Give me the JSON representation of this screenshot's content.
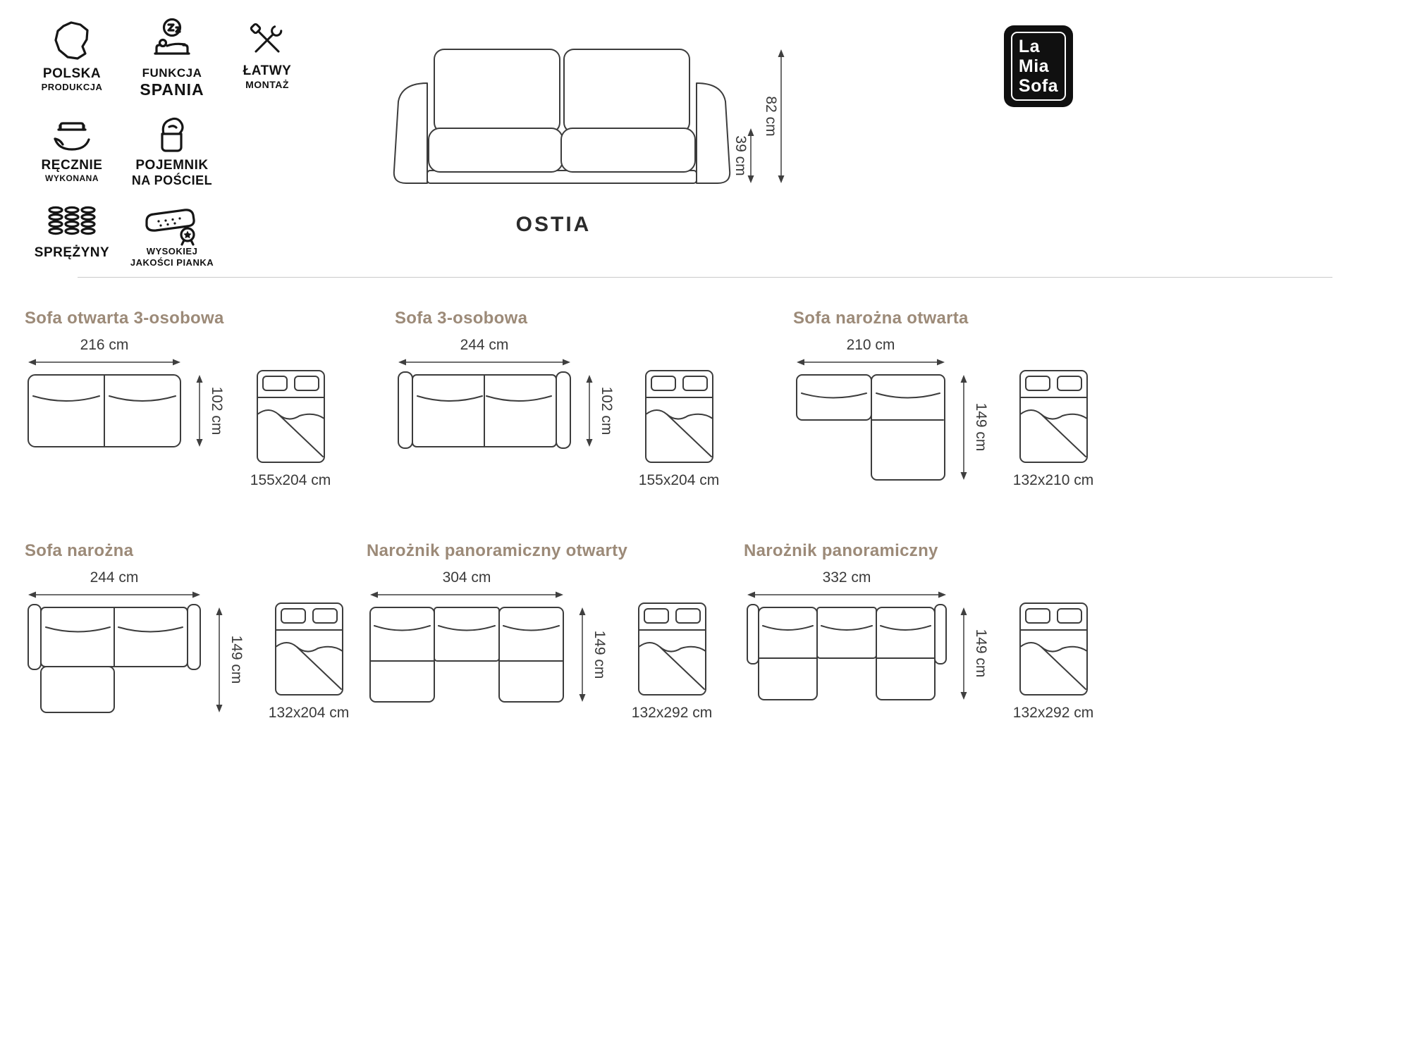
{
  "brand": {
    "line1": "La",
    "line2": "Mia",
    "line3": "Sofa"
  },
  "product_name": "OSTIA",
  "features": [
    {
      "icon": "poland-map-icon",
      "label1": "POLSKA",
      "label2": "PRODUKCJA"
    },
    {
      "icon": "sleep-function-icon",
      "label1": "FUNKCJA",
      "label2": "SPANIA"
    },
    {
      "icon": "easy-assembly-tools-icon",
      "label1": "ŁATWY",
      "label2": "MONTAŻ"
    },
    {
      "icon": "handmade-icon",
      "label1": "RĘCZNIE",
      "label2": "WYKONANA"
    },
    {
      "icon": "bedding-container-icon",
      "label1": "POJEMNIK",
      "label2": "NA POŚCIEL"
    },
    {
      "icon": "springs-icon",
      "label1": "SPRĘŻYNY",
      "label2": ""
    },
    {
      "icon": "foam-quality-icon",
      "label1": "WYSOKIEJ",
      "label2": "JAKOŚCI PIANKA"
    }
  ],
  "front_view": {
    "height_total": "82 cm",
    "height_seat": "39 cm"
  },
  "configurations": [
    {
      "title": "Sofa otwarta 3-osobowa",
      "width": "216 cm",
      "depth": "102 cm",
      "bed": "155x204 cm"
    },
    {
      "title": "Sofa 3-osobowa",
      "width": "244 cm",
      "depth": "102 cm",
      "bed": "155x204 cm"
    },
    {
      "title": "Sofa narożna otwarta",
      "width": "210 cm",
      "depth": "149 cm",
      "bed": "132x210 cm"
    },
    {
      "title": "Sofa narożna",
      "width": "244 cm",
      "depth": "149 cm",
      "bed": "132x204 cm"
    },
    {
      "title": "Narożnik panoramiczny otwarty",
      "width": "304 cm",
      "depth": "149 cm",
      "bed": "132x292 cm"
    },
    {
      "title": "Narożnik panoramiczny",
      "width": "332 cm",
      "depth": "149 cm",
      "bed": "132x292 cm"
    }
  ]
}
